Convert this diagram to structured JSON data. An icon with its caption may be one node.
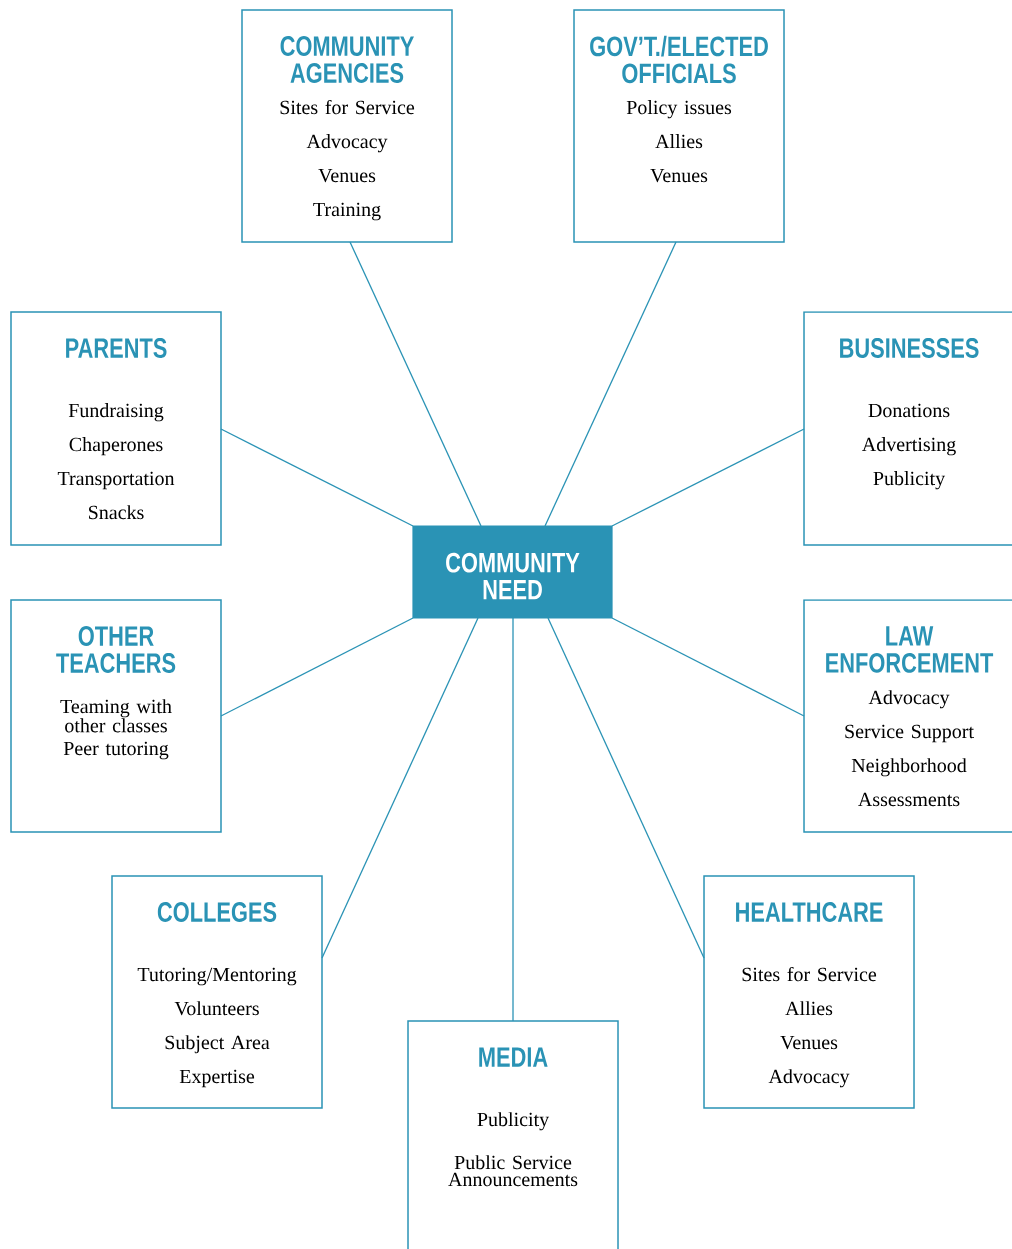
{
  "diagram": {
    "nodes": [
      {
        "text": [
          "COMMUNITY AGENCIES",
          "Sites for Service",
          "Advocacy",
          "Venues",
          "Training"
        ]
      },
      {
        "text": [
          "GOV’T./ELECTED OFFICIALS",
          "Policy issues",
          "Allies",
          "Venues"
        ]
      },
      {
        "text": [
          "PARENTS",
          "Fundraising",
          "Chaperones",
          "Transportation",
          "Snacks"
        ]
      },
      {
        "text": [
          "BUSINESSES",
          "Donations",
          "Advertising",
          "Publicity"
        ]
      },
      {
        "text": [
          "COMMUNITY NEED"
        ]
      },
      {
        "text": [
          "OTHER TEACHERS",
          "Teaming with other classes",
          "Peer tutoring"
        ]
      },
      {
        "text": [
          "LAW ENFORCEMENT",
          "Advocacy",
          "Service Support",
          "Neighborhood",
          "Assessments"
        ]
      },
      {
        "text": [
          "COLLEGES",
          "Tutoring/Mentoring",
          "Volunteers",
          "Subject Area",
          "Expertise"
        ]
      },
      {
        "text": [
          "HEALTHCARE",
          "Sites for Service",
          "Allies",
          "Venues",
          "Advocacy"
        ]
      },
      {
        "text": [
          "MEDIA",
          "Publicity",
          "Public Service Announcements"
        ]
      }
    ],
    "edges": [
      {
        "from": 4,
        "to": 0,
        "arrow": "none"
      },
      {
        "from": 4,
        "to": 1,
        "arrow": "none"
      },
      {
        "from": 4,
        "to": 2,
        "arrow": "none"
      },
      {
        "from": 4,
        "to": 3,
        "arrow": "none"
      },
      {
        "from": 4,
        "to": 5,
        "arrow": "none"
      },
      {
        "from": 4,
        "to": 6,
        "arrow": "none"
      },
      {
        "from": 4,
        "to": 7,
        "arrow": "none"
      },
      {
        "from": 4,
        "to": 8,
        "arrow": "none"
      },
      {
        "from": 4,
        "to": 9,
        "arrow": "none"
      }
    ]
  }
}
